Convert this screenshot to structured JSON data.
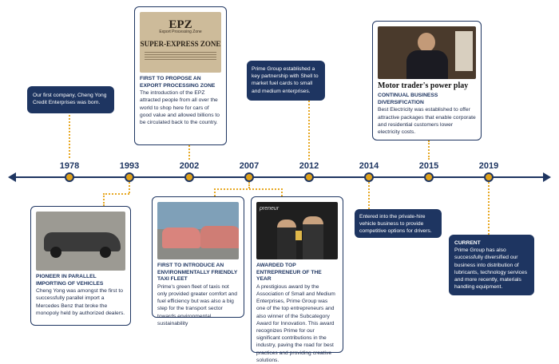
{
  "timeline": {
    "years": [
      "1978",
      "1993",
      "2002",
      "2007",
      "2012",
      "2014",
      "2015",
      "2019"
    ]
  },
  "events": {
    "e1978": {
      "text": "Our first company, Cheng Yong Credit Enterprises was born."
    },
    "e1993": {
      "title": "PIONEER IN PARALLEL IMPORTING OF VEHICLES",
      "text": "Cheng Yong was amongst the first to successfully parallel import a Mercedes Benz that broke the monopoly held by authorized dealers."
    },
    "e2002": {
      "title": "FIRST TO PROPOSE AN EXPORT PROCESSING ZONE",
      "text": "The introduction of the EPZ attracted people from all over the world to shop here for cars of good value and allowed billions to be circulated back to the country.",
      "image_heading": "EPZ",
      "image_subheading": "Export Processing Zone",
      "image_banner": "SUPER-EXPRESS ZONE"
    },
    "e2007a": {
      "title": "FIRST TO INTRODUCE AN ENVIRONMENTALLY FRIENDLY TAXI FLEET",
      "text": "Prime's green fleet of taxis not only provided greater comfort and fuel efficiency but was also a big step for the transport sector towards environmental sustainability"
    },
    "e2007b": {
      "title": "AWARDED TOP ENTREPRENEUR OF THE YEAR",
      "text": "A prestigious award by the Association of Small and Medium Enterprises, Prime Group was one of the top entrepreneurs and also winner of the Subcategory Award for Innovation. This award recognizes Prime for our significant contributions in the industry, paving the road for best practices and providing creative solutions.",
      "image_caption": "preneur"
    },
    "e2012": {
      "text": "Prime Group established a key partnership with Shell to market fuel cards to small and medium enterprises."
    },
    "e2014": {
      "text": "Entered into the private-hire vehicle business to provide competitive options for drivers."
    },
    "e2015": {
      "headline": "Motor trader's power play",
      "title": "CONTINUAL BUSINESS DIVERSIFICATION",
      "text": "Best Electricity was established to offer attractive packages that enable corporate and residential customers lower electricity costs."
    },
    "e2019": {
      "title": "CURRENT",
      "text": "Prime Group has also successfully diversified our business into distribution of lubricants, technology services and more recently, materials handling equipment."
    }
  },
  "colors": {
    "navy": "#1e3561",
    "gold": "#e7a823"
  }
}
